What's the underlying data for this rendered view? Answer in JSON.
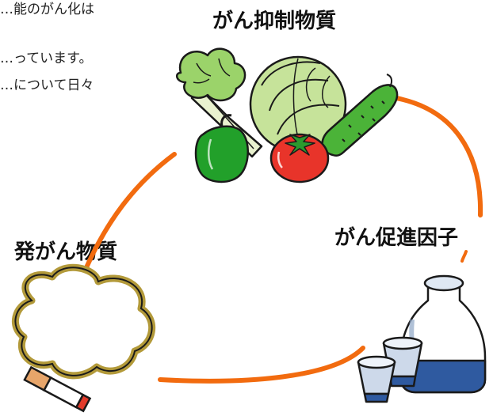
{
  "text_fragments": [
    "…能のがん化は",
    "…っています。",
    "…について日々"
  ],
  "labels": {
    "suppressors": "がん抑制物質",
    "promoters": "がん促進因子",
    "carcinogens": "発がん物質"
  },
  "colors": {
    "cycle_arrow": "#f26b0f",
    "cabbage": "#c6e39a",
    "celery": "#9bd36a",
    "pepper": "#22a02a",
    "tomato": "#e8342a",
    "cucumber": "#4bb338",
    "smoke_outline": "#b39a3a",
    "sake_bottle": "#8ea7c6",
    "cigarette_tip": "#e23a2a",
    "cigarette_filter": "#e7a56a"
  },
  "icons": [
    "vegetables-illustration",
    "sake-bottle-and-cups-illustration",
    "cigarette-smoke-illustration"
  ]
}
